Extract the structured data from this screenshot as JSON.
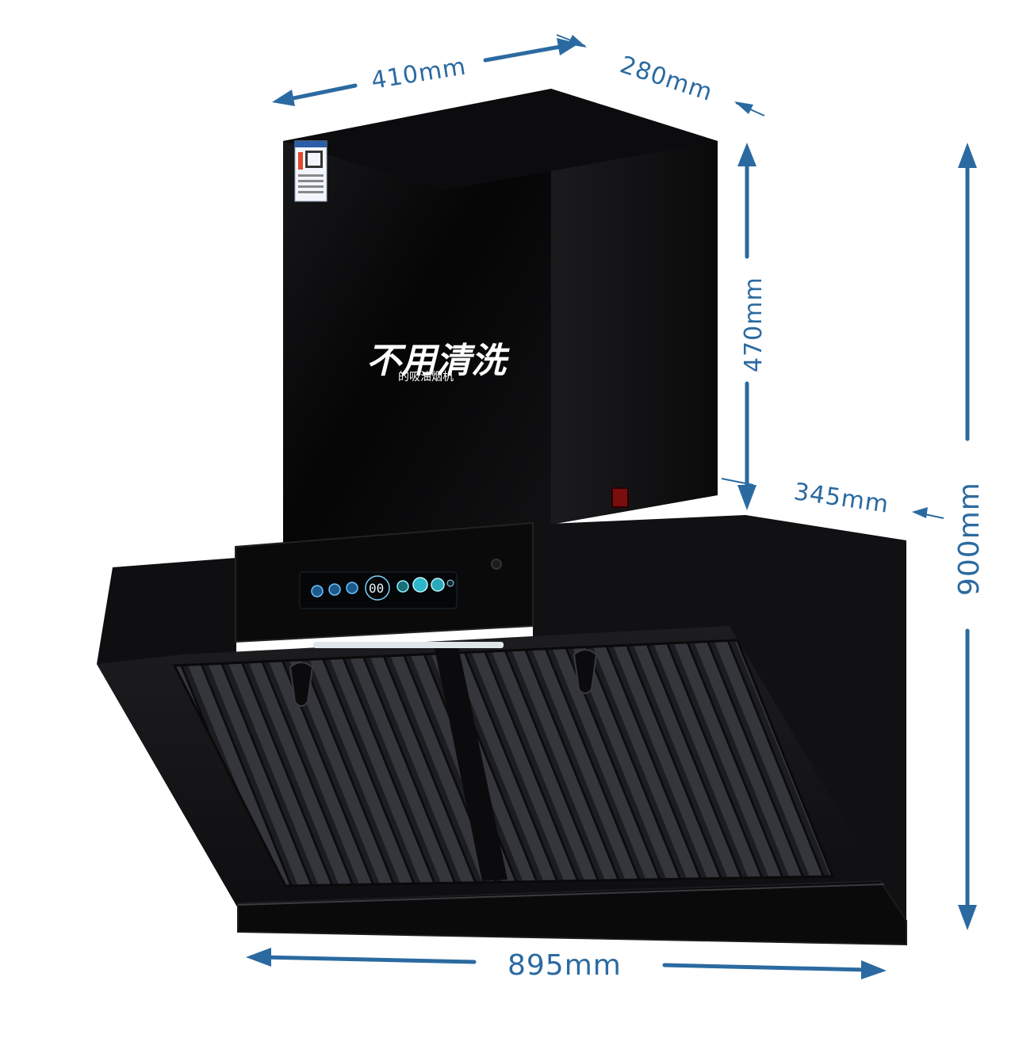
{
  "dimensions": {
    "top_width": "410mm",
    "top_depth": "280mm",
    "upper_height": "470mm",
    "total_height": "900mm",
    "hood_depth": "345mm",
    "hood_width": "895mm"
  },
  "branding": {
    "logo_main": "不用清洗",
    "logo_sub": "的吸油烟机"
  },
  "control_panel": {
    "display_digits": "00"
  },
  "colors": {
    "dimension_blue": "#2b6aa0",
    "body_black": "#0d0d0f"
  }
}
